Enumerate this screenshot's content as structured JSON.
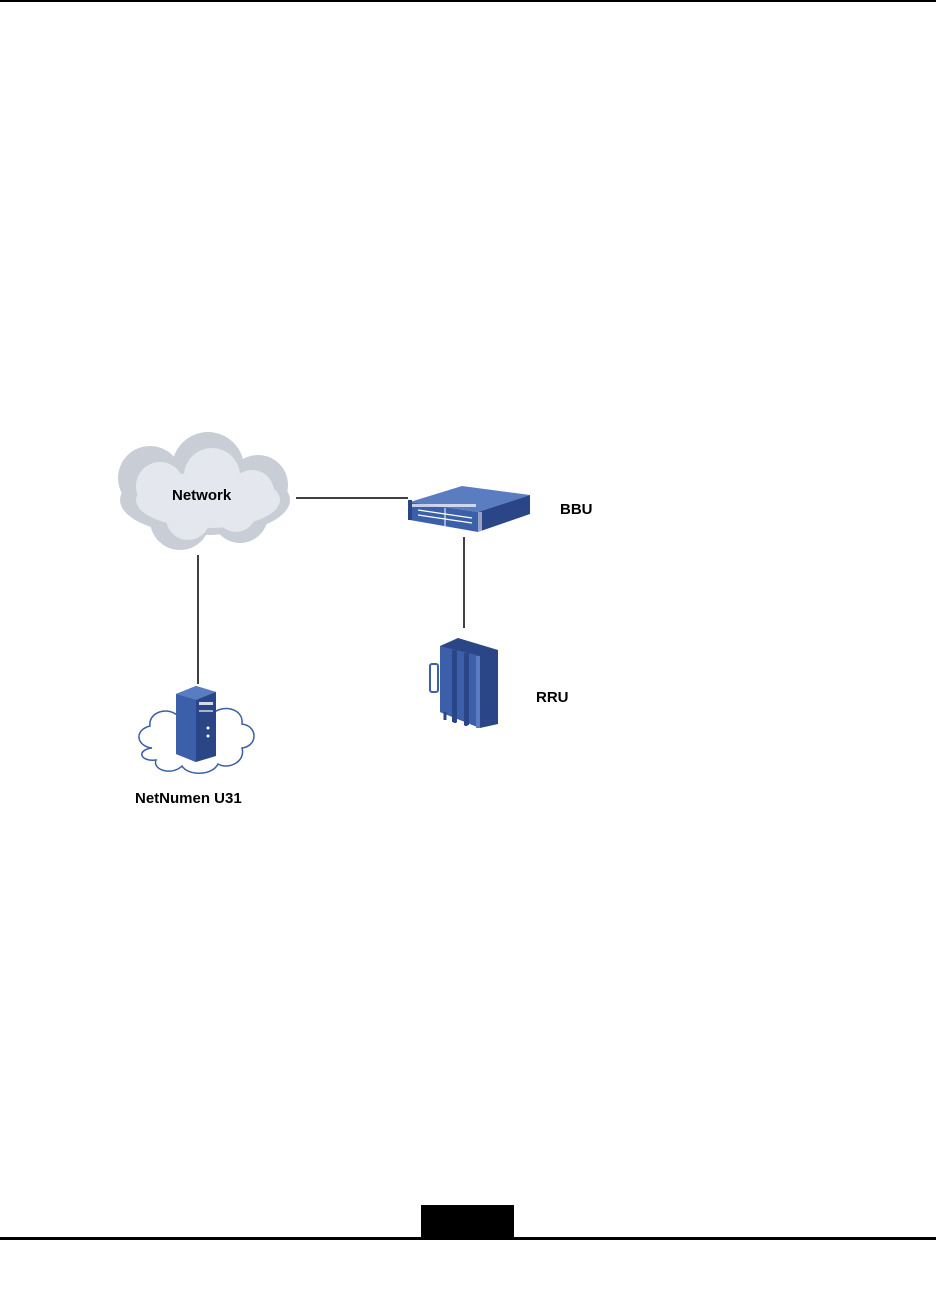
{
  "diagram": {
    "nodes": {
      "network": {
        "label": "Network",
        "icon": "cloud-icon"
      },
      "bbu": {
        "label": "BBU",
        "icon": "bbu-rack-icon"
      },
      "rru": {
        "label": "RRU",
        "icon": "rru-unit-icon"
      },
      "netnumen": {
        "label": "NetNumen U31",
        "icon": "server-in-cloud-icon"
      }
    },
    "edges": [
      {
        "from": "network",
        "to": "bbu"
      },
      {
        "from": "network",
        "to": "netnumen"
      },
      {
        "from": "bbu",
        "to": "rru"
      }
    ],
    "colors": {
      "device_blue": "#3b5fa8",
      "device_dark": "#2a4687",
      "cloud_gray": "#c9ced6",
      "line": "#000000"
    }
  }
}
